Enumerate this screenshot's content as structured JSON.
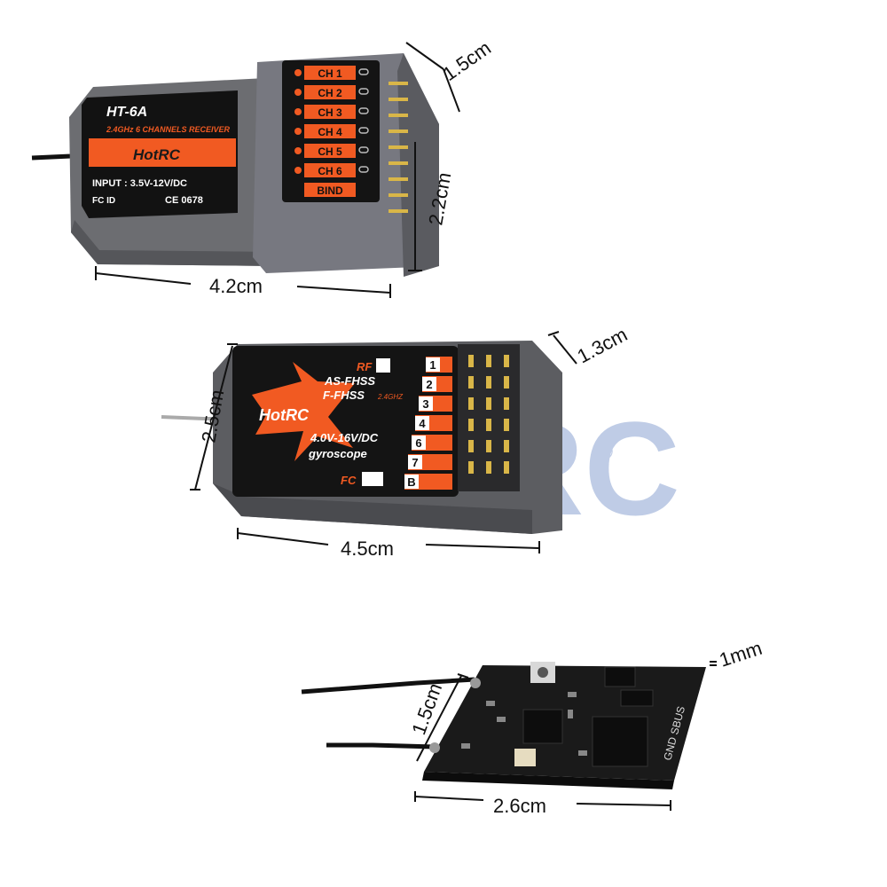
{
  "watermark": {
    "text": "SYRC",
    "mark": "®"
  },
  "receiver_ht6a": {
    "model": "HT-6A",
    "model_accent_char": "6",
    "band": "2.4GHz 6 CHANNELS RECEIVER",
    "brand": "HotRC",
    "input": "INPUT : 3.5V-12V/DC",
    "fc_id": "FC ID",
    "ce": "CE 0678",
    "channels": [
      "CH 1",
      "CH 2",
      "CH 3",
      "CH 4",
      "CH 5",
      "CH 6",
      "BIND"
    ],
    "dims": {
      "width": "4.2cm",
      "height": "2.2cm",
      "depth": "1.5cm"
    }
  },
  "receiver_gyro": {
    "rf": "RF",
    "fc": "FC",
    "brand": "HotRC",
    "proto1": "AS-FHSS",
    "proto2": "F-FHSS",
    "band": "2.4GHZ",
    "voltage": "4.0V-16V/DC",
    "gyro": "gyroscope",
    "ports": [
      "1",
      "2",
      "3",
      "4",
      "6",
      "7",
      "B"
    ],
    "dims": {
      "width": "4.5cm",
      "height": "2.5cm",
      "depth": "1.3cm"
    }
  },
  "receiver_micro": {
    "pads": "GND SBUS",
    "dims": {
      "width": "2.6cm",
      "height": "1.5cm",
      "depth": "1mm"
    }
  },
  "colors": {
    "orange": "#f15a22",
    "case_grey": "#6e6f73",
    "label_black": "#111111",
    "pcb": "#1a1a1a",
    "watermark": "#4a6fb8"
  }
}
